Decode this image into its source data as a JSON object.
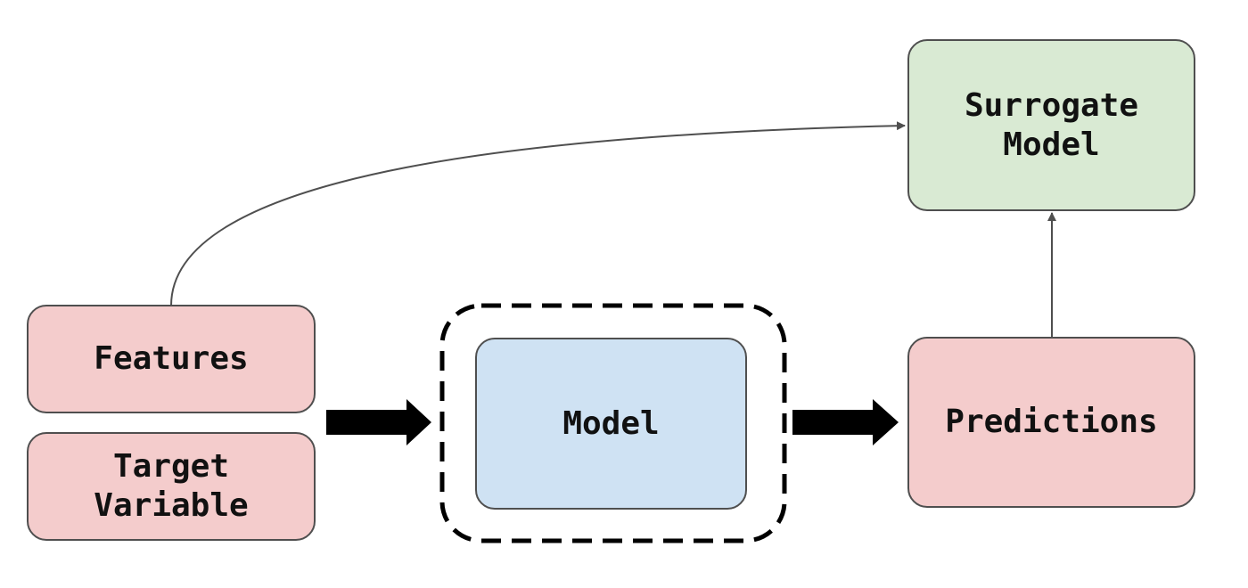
{
  "nodes": {
    "features": {
      "label": "Features"
    },
    "target_variable": {
      "label": "Target\nVariable"
    },
    "model": {
      "label": "Model"
    },
    "predictions": {
      "label": "Predictions"
    },
    "surrogate_model": {
      "label": "Surrogate\nModel"
    }
  },
  "colors": {
    "input_fill": "#f4cccc",
    "model_fill": "#cfe2f3",
    "surrogate_fill": "#d9ead3",
    "border": "#4f4f4f",
    "arrow_thin": "#4f4f4f",
    "arrow_thick": "#000000"
  }
}
